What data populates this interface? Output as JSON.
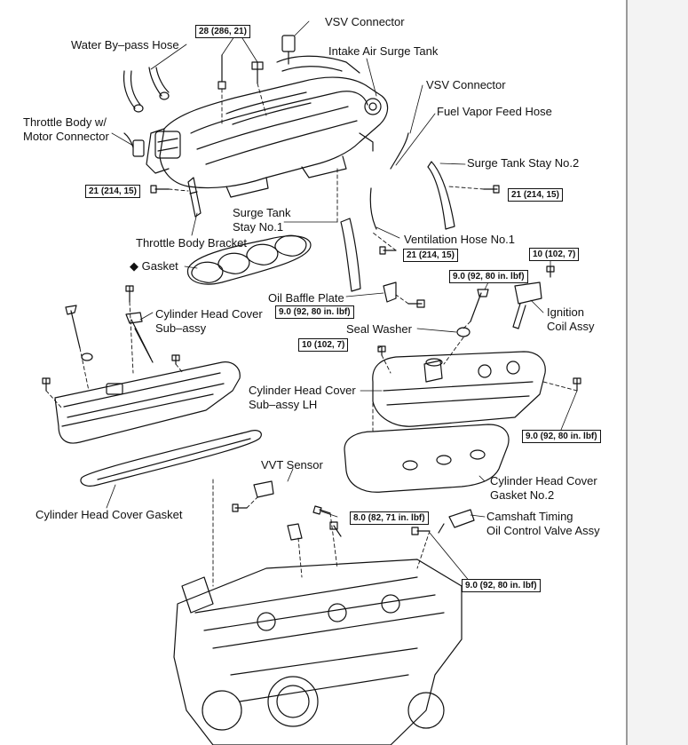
{
  "labels": {
    "vsv_connector_top": "VSV Connector",
    "water_bypass_hose": "Water By–pass Hose",
    "intake_air_surge_tank": "Intake Air Surge Tank",
    "vsv_connector_right": "VSV Connector",
    "throttle_body_motor_connector": "Throttle Body w/\nMotor Connector",
    "fuel_vapor_feed_hose": "Fuel Vapor Feed Hose",
    "surge_tank_stay_no2": "Surge Tank Stay No.2",
    "surge_tank_stay_no1": "Surge Tank\nStay No.1",
    "throttle_body_bracket": "Throttle Body Bracket",
    "ventilation_hose_no1": "Ventilation Hose No.1",
    "gasket": "◆ Gasket",
    "oil_baffle_plate": "Oil Baffle Plate",
    "cylinder_head_cover_subassy": "Cylinder Head Cover\nSub–assy",
    "ignition_coil_assy": "Ignition\nCoil Assy",
    "seal_washer": "Seal Washer",
    "cylinder_head_cover_subassy_lh": "Cylinder Head Cover\nSub–assy LH",
    "cylinder_head_cover_gasket_no2": "Cylinder Head Cover\nGasket No.2",
    "vvt_sensor": "VVT Sensor",
    "cylinder_head_cover_gasket": "Cylinder Head Cover Gasket",
    "camshaft_timing_ocv": "Camshaft Timing\nOil Control Valve Assy"
  },
  "torques": {
    "t28": "28 (286, 21)",
    "t21_left": "21 (214, 15)",
    "t21_right": "21 (214, 15)",
    "t21_mid": "21 (214, 15)",
    "t10_right": "10 (102, 7)",
    "t9_coil": "9.0 (92, 80 in. lbf)",
    "t9_baffle": "9.0 (92, 80 in. lbf)",
    "t10_left": "10 (102, 7)",
    "t9_cover": "9.0 (92, 80 in. lbf)",
    "t8_vvt": "8.0 (82, 71 in. lbf)",
    "t9_ocv": "9.0 (92, 80 in. lbf)"
  }
}
